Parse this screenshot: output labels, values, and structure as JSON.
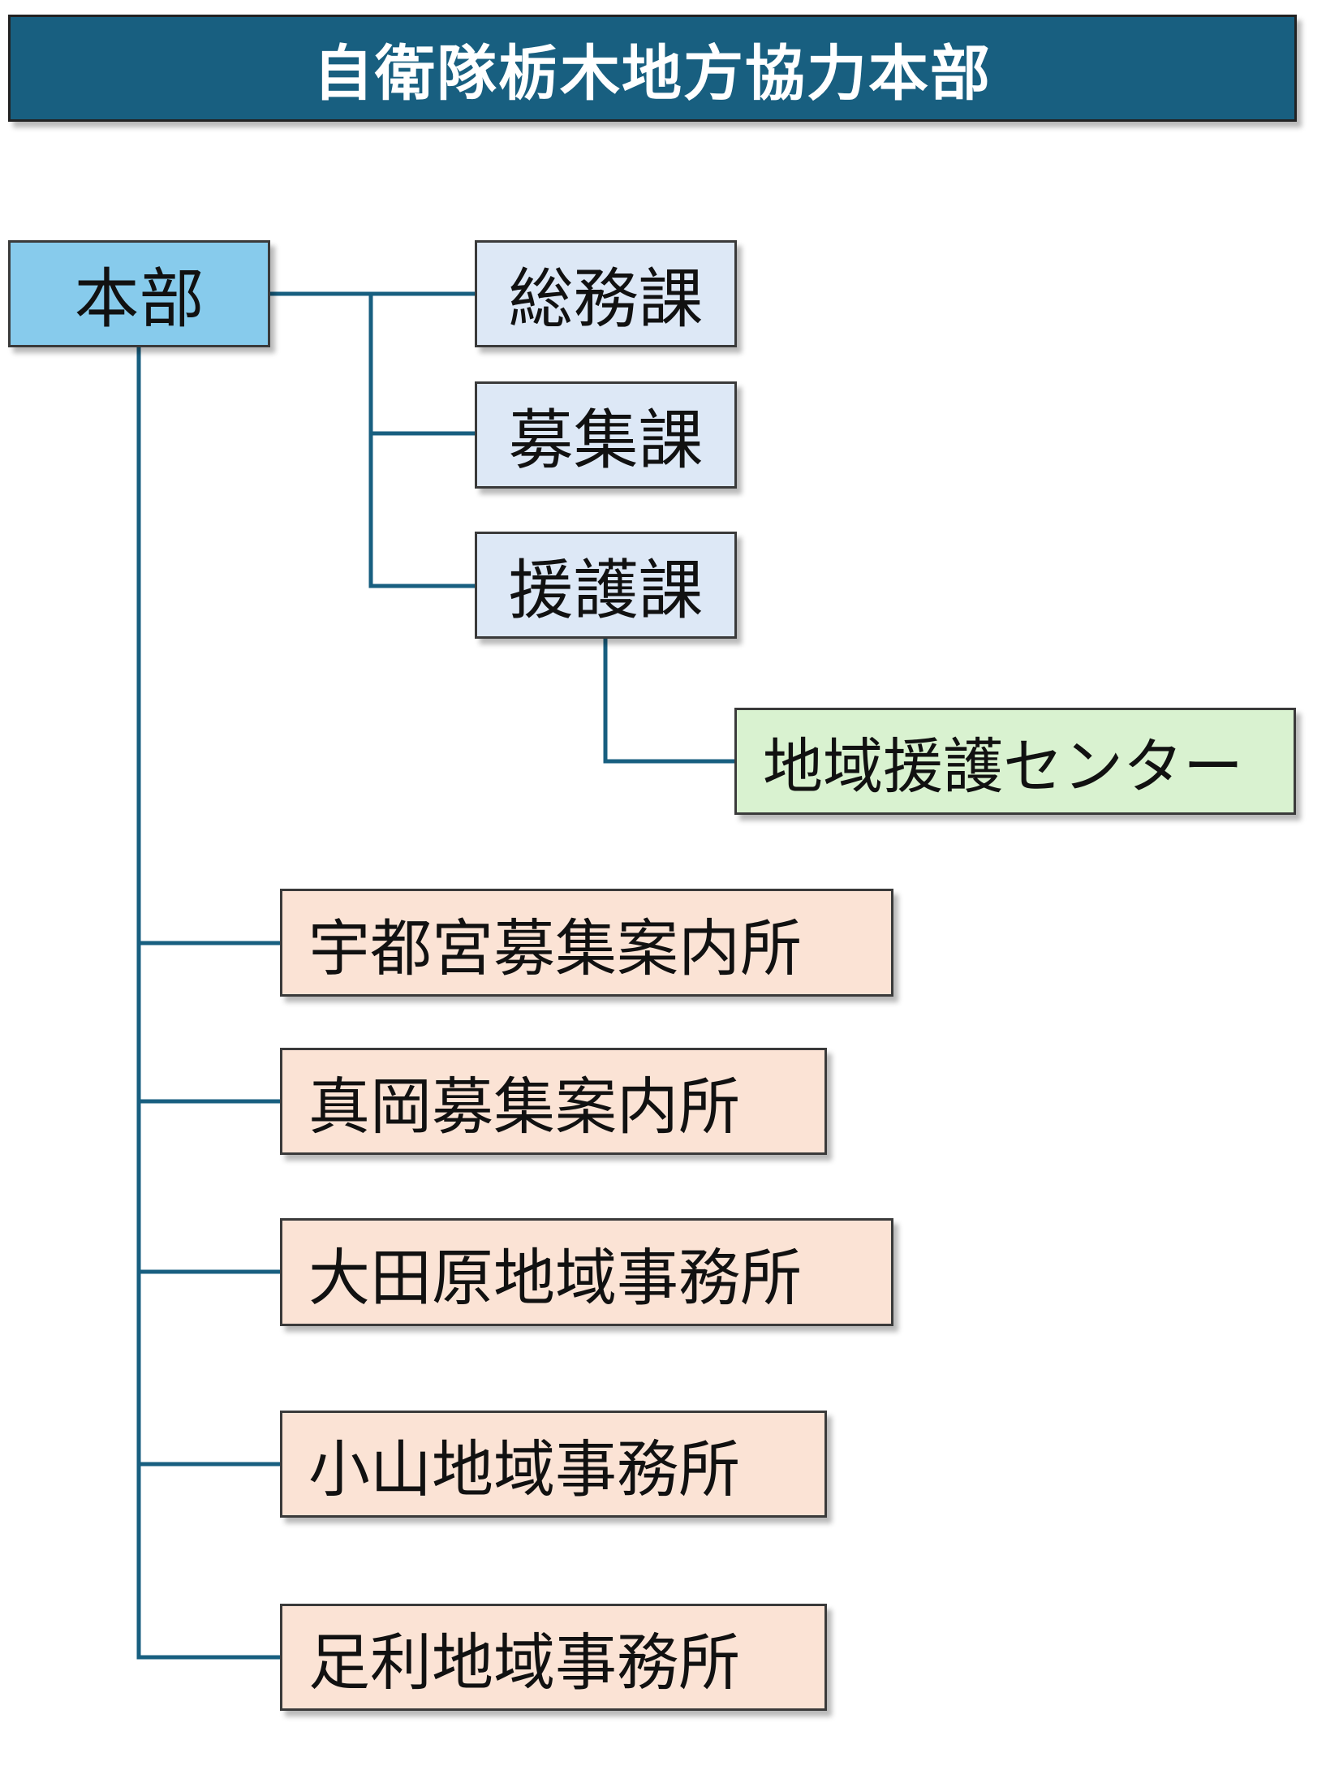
{
  "title": "自衛隊栃木地方協力本部",
  "colors": {
    "title_bg": "#185f80",
    "hq_bg": "#87cbec",
    "section_bg": "#dde8f6",
    "center_bg": "#d9f2d0",
    "office_bg": "#fbe3d5",
    "line": "#185f80"
  },
  "headquarters": {
    "label": "本部"
  },
  "sections": [
    {
      "label": "総務課"
    },
    {
      "label": "募集課"
    },
    {
      "label": "援護課"
    }
  ],
  "sub_unit": {
    "label": "地域援護センター",
    "parent": "援護課"
  },
  "offices": [
    {
      "label": "宇都宮募集案内所"
    },
    {
      "label": "真岡募集案内所"
    },
    {
      "label": "大田原地域事務所"
    },
    {
      "label": "小山地域事務所"
    },
    {
      "label": "足利地域事務所"
    }
  ]
}
